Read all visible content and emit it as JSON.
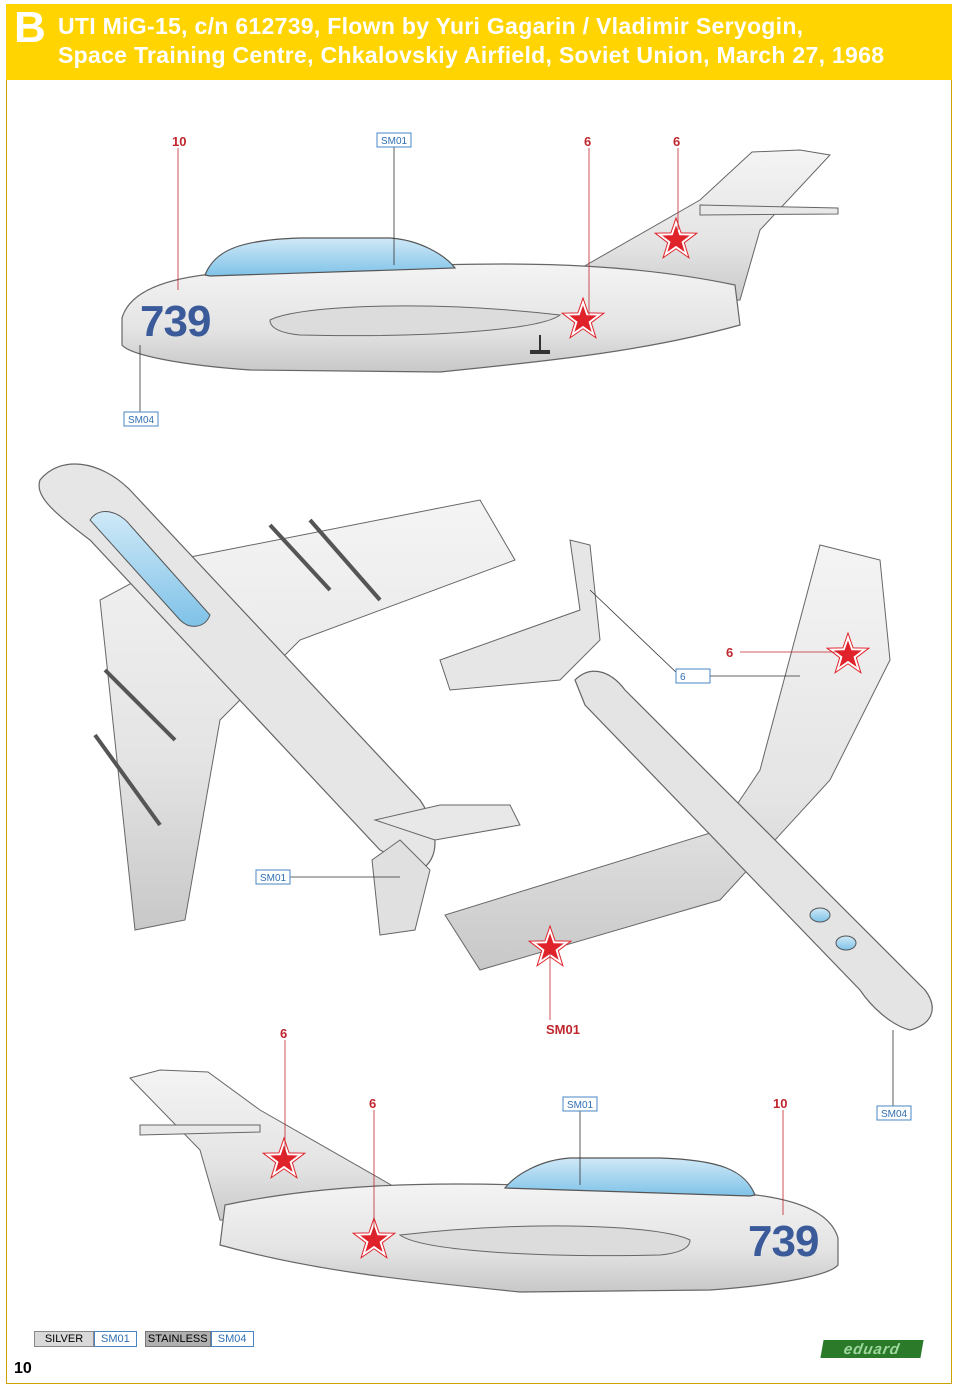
{
  "header": {
    "scheme_letter": "B",
    "title_line1": "UTI MiG-15, c/n 612739, Flown by Yuri Gagarin / Vladimir Seryogin,",
    "title_line2": "Space Training Centre, Chkalovskiy Airfield, Soviet Union, March 27, 1968"
  },
  "callouts": {
    "top_view": [
      "10",
      "SM01",
      "6",
      "6",
      "SM04"
    ],
    "planform": [
      "SM01",
      "6",
      "6",
      "SM01",
      "6"
    ],
    "bottom_view": [
      "6",
      "SM01",
      "10",
      "SM04"
    ]
  },
  "aircraft_number": "739",
  "legend": {
    "silver_label": "SILVER",
    "silver_code": "SM01",
    "stainless_label": "STAINLESS",
    "stainless_code": "SM04"
  },
  "colors": {
    "header_yellow": "#ffd400",
    "star_red": "#e0222a",
    "number_blue": "#3a5a9a",
    "callout_red": "#c0262d",
    "callout_blue": "#2f6fb3"
  },
  "brand": "eduard",
  "page_number": "10"
}
